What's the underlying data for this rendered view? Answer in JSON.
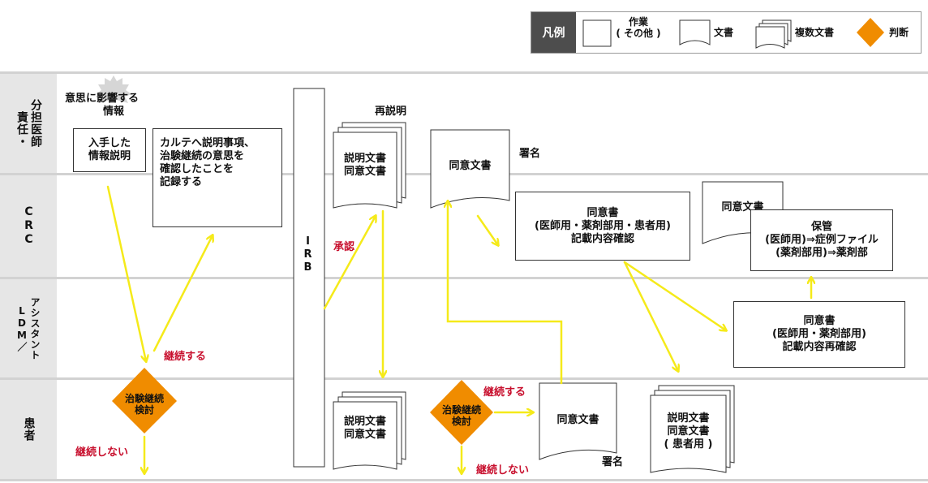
{
  "legend": {
    "title": "凡例",
    "task_line1": "作業",
    "task_line2": "( その他 )",
    "document": "文書",
    "multi_document": "複数文書",
    "decision": "判断"
  },
  "lanes": [
    {
      "id": "doctor",
      "label_col1": "分担医師",
      "label_col2": "責任・"
    },
    {
      "id": "crc",
      "label": "CRC"
    },
    {
      "id": "ldm",
      "label_col1": "アシスタント",
      "label_col2": "LDM／"
    },
    {
      "id": "patient",
      "label": "患者"
    }
  ],
  "nodes": {
    "info_affecting_line1": "意思に影響する",
    "info_affecting_line2": "情報",
    "info_explain_line1": "入手した",
    "info_explain_line2": "情報説明",
    "record_line1": "カルテへ説明事項、",
    "record_line2": "治験継続の意思を",
    "record_line3": "確認したことを",
    "record_line4": "記録する",
    "irb": "IRB",
    "re_explain": "再説明",
    "docs_doctor_line1": "説明文書",
    "docs_doctor_line2": "同意文書",
    "consent_doc_doctor": "同意文書",
    "signature": "署名",
    "approval": "承認",
    "consent_check_line1": "同意書",
    "consent_check_line2": "(医師用・薬剤部用・患者用)",
    "consent_check_line3": "記載内容確認",
    "consent_doc_crc": "同意文書",
    "storage_line1": "保管",
    "storage_line2": "(医師用)⇒症例ファイル",
    "storage_line3": "(薬剤部用)⇒薬剤部",
    "recheck_line1": "同意書",
    "recheck_line2": "(医師用・薬剤部用)",
    "recheck_line3": "記載内容再確認",
    "continue_left": "継続する",
    "decision1_line1": "治験継続",
    "decision1_line2": "検討",
    "not_continue_left": "継続しない",
    "docs_patient_line1": "説明文書",
    "docs_patient_line2": "同意文書",
    "decision2_line1": "治験継続",
    "decision2_line2": "検討",
    "continue_right": "継続する",
    "not_continue_right": "継続しない",
    "consent_doc_patient": "同意文書",
    "signature_patient": "署名",
    "docs_final_line1": "説明文書",
    "docs_final_line2": "同意文書",
    "docs_final_line3": "( 患者用 )"
  },
  "colors": {
    "arrow": "#f5ea1a",
    "decision": "#f08c00",
    "lane_bg": "#e6e6e6",
    "accent_text": "#c8102e",
    "legend_title_bg": "#4d4d4d"
  }
}
